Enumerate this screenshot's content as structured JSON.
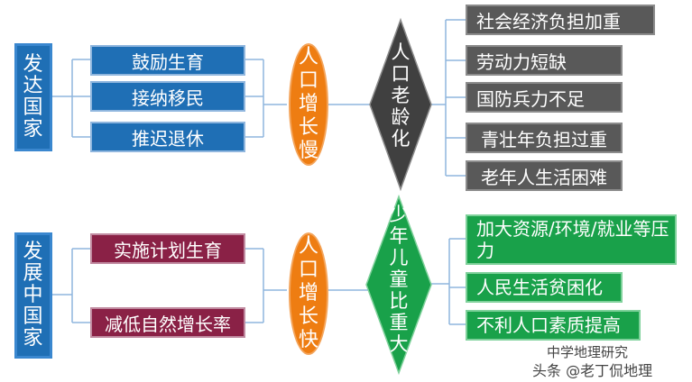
{
  "top": {
    "country": "发达国家",
    "causes": [
      "鼓励生育",
      "接纳移民",
      "推迟退休"
    ],
    "trend": "人口增长慢",
    "problem": "人口老龄化",
    "effects": [
      "社会经济负担加重",
      "劳动力短缺",
      "国防兵力不足",
      "青壮年负担过重",
      "老年人生活困难"
    ]
  },
  "bottom": {
    "country": "发展中国家",
    "causes": [
      "实施计划生育",
      "减低自然增长率"
    ],
    "trend": "人口增长快",
    "problem": "少年儿童比重大",
    "effects": [
      "加大资源/环境/就业等压力",
      "人民生活贫困化",
      "不利人口素质提高"
    ]
  },
  "watermark": {
    "line1": "中学地理研究",
    "line2": "头条 @老丁侃地理"
  },
  "colors": {
    "blue": "#1f6fb5",
    "maroon": "#8a2146",
    "orange": "#ee7d12",
    "dark": "#404040",
    "gray": "#595959",
    "green": "#19a14a"
  }
}
